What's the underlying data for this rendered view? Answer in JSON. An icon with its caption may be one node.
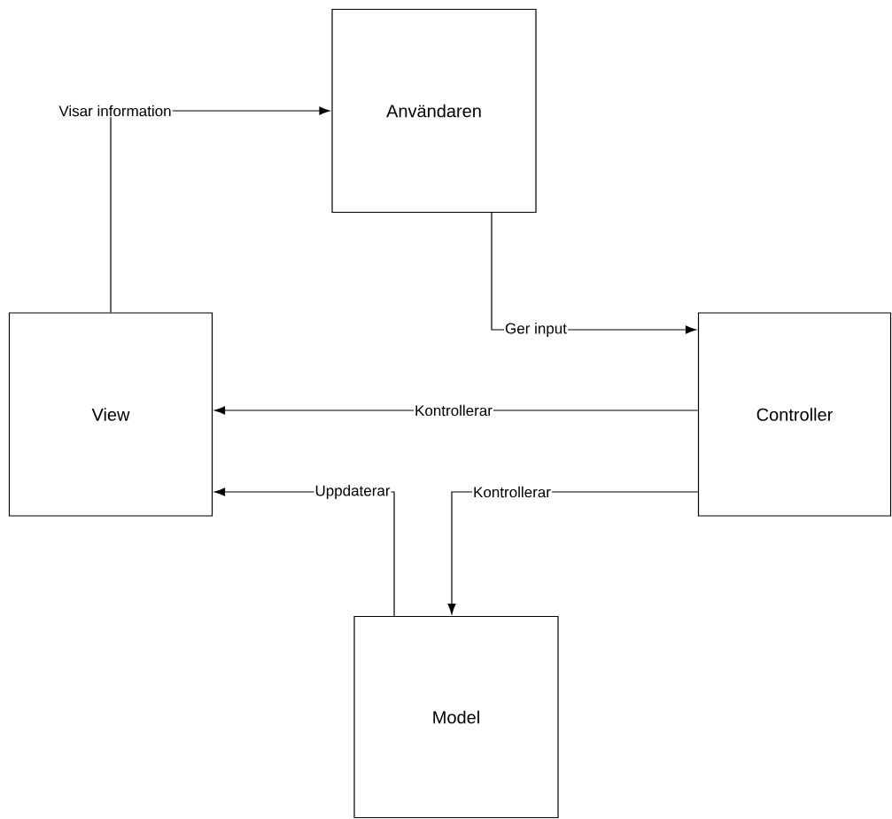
{
  "diagram": {
    "nodes": [
      {
        "text": [
          "Användaren"
        ]
      },
      {
        "text": [
          "View"
        ]
      },
      {
        "text": [
          "Controller"
        ]
      },
      {
        "text": [
          "Model"
        ]
      }
    ],
    "edges": [
      {
        "from": 1,
        "to": 0,
        "arrow": "to",
        "label": "Visar information"
      },
      {
        "from": 0,
        "to": 2,
        "arrow": "to",
        "label": "Ger input"
      },
      {
        "from": 2,
        "to": 1,
        "arrow": "to",
        "label": "Kontrollerar"
      },
      {
        "from": 3,
        "to": 1,
        "arrow": "to",
        "label": "Uppdaterar"
      },
      {
        "from": 2,
        "to": 3,
        "arrow": "to",
        "label": "Kontrollerar"
      }
    ]
  }
}
